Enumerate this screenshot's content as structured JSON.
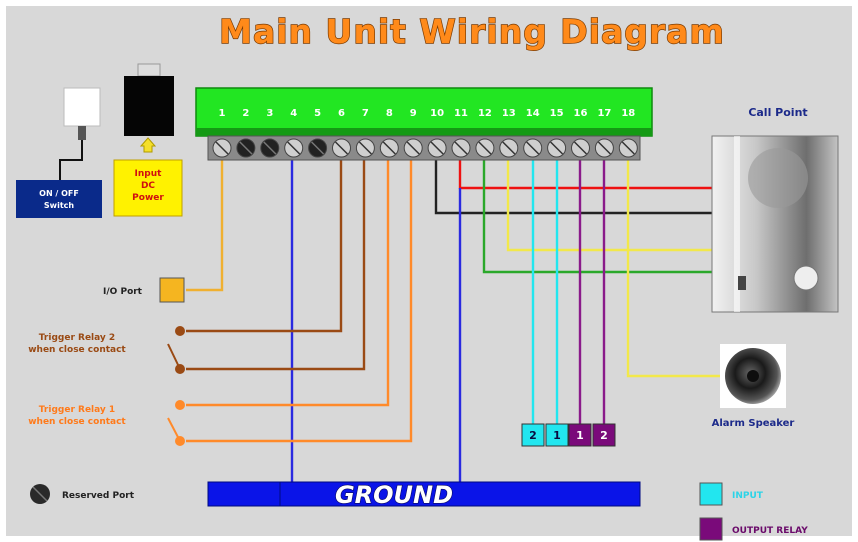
{
  "title": "Main Unit Wiring Diagram",
  "terminals": [
    "1",
    "2",
    "3",
    "4",
    "5",
    "6",
    "7",
    "8",
    "9",
    "10",
    "11",
    "12",
    "13",
    "14",
    "15",
    "16",
    "17",
    "18"
  ],
  "reserved_terminals": [
    "2",
    "3",
    "5"
  ],
  "labels": {
    "on_off_switch": [
      "ON / OFF",
      "Switch"
    ],
    "input_dc_power": [
      "Input",
      "DC",
      "Power"
    ],
    "call_point": "Call Point",
    "io_port": "I/O Port",
    "trigger_relay_2": [
      "Trigger Relay 2",
      "when close contact"
    ],
    "trigger_relay_1": [
      "Trigger Relay 1",
      "when close contact"
    ],
    "alarm_speaker": "Alarm Speaker",
    "reserved_port": "Reserved Port",
    "ground": "GROUND",
    "legend_input": "INPUT",
    "legend_output_relay": "OUTPUT RELAY"
  },
  "io_boxes": [
    {
      "num": "2",
      "type": "input"
    },
    {
      "num": "1",
      "type": "input"
    },
    {
      "num": "1",
      "type": "output"
    },
    {
      "num": "2",
      "type": "output"
    }
  ],
  "colors": {
    "background": "#d8d8d8",
    "terminal_block": "#22e622",
    "ground_bar": "#0a14e8",
    "input": "#22e6ef",
    "output": "#7a0a7a",
    "wire_red": "#ee1111",
    "wire_black": "#222222",
    "wire_yellow": "#f2e84a",
    "wire_green": "#2aa82a",
    "wire_brown": "#9a4a14",
    "wire_orange": "#ff8a2a",
    "wire_blue": "#2a2ae0",
    "wire_gold": "#f0b030"
  }
}
